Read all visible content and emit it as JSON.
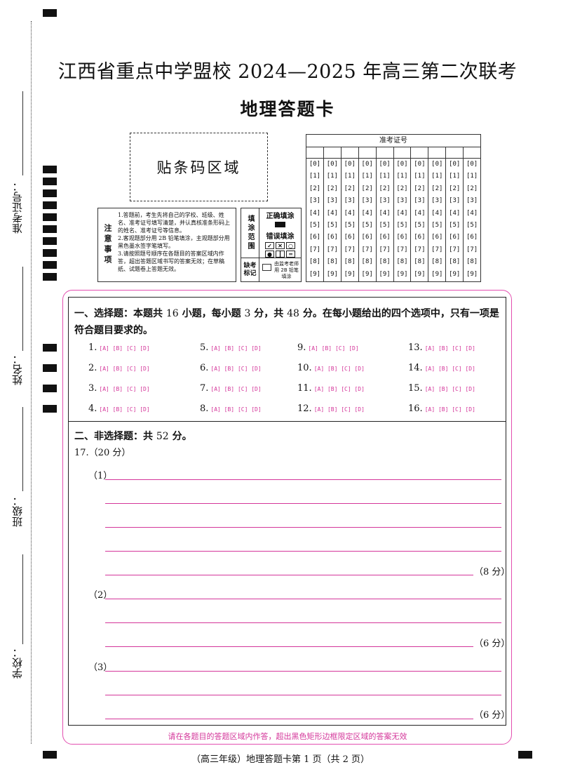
{
  "header": {
    "title": "江西省重点中学盟校 2024—2025 年高三第二次联考",
    "subtitle": "地理答题卡"
  },
  "side": {
    "exam_no": "准考证号：",
    "name": "姓名：",
    "class": "班级：",
    "school": "学校："
  },
  "barcode": {
    "label": "贴条码区域"
  },
  "notice": {
    "title": "注意事项",
    "items": [
      "1.答题前，考生先将自己的学校、班级、姓名、准考证号填写清楚，并认真核准条形码上的姓名、准考证号等信息。",
      "2.客观题部分用 2B 铅笔填涂，主观题部分用黑色墨水签字笔填写。",
      "3.请按照题号顺序在各题目的答案区域内作答，超出答题区域书写的答案无效；在草稿纸、试题卷上答题无效。"
    ]
  },
  "fill": {
    "label": "填涂范围",
    "correct": "正确填涂",
    "wrong": "错误填涂",
    "absent_label": "缺考标记",
    "absent_note": "由监考老师用 2B 铅笔填涂"
  },
  "exam_id": {
    "title": "准考证号",
    "digits": [
      "[0]",
      "[1]",
      "[2]",
      "[3]",
      "[4]",
      "[5]",
      "[6]",
      "[7]",
      "[8]",
      "[9]"
    ]
  },
  "section1": {
    "heading_a": "一、选择题：本题共 ",
    "n1": "16",
    "heading_b": " 小题，每小题 ",
    "n2": "3",
    "heading_c": " 分，共 ",
    "n3": "48",
    "heading_d": " 分。在每小题给出的四个选项中，只有一项是符合题目要求的。",
    "options": "[A] [B] [C] [D]",
    "questions": [
      "1.",
      "2.",
      "3.",
      "4.",
      "5.",
      "6.",
      "7.",
      "8.",
      "9.",
      "10.",
      "11.",
      "12.",
      "13.",
      "14.",
      "15.",
      "16."
    ]
  },
  "section2": {
    "heading_a": "二、非选择题：共 ",
    "n": "52",
    "heading_b": " 分。",
    "q17": "17.（20 分）",
    "sub1": "（1）",
    "sub2": "（2）",
    "sub3": "（3）",
    "pts1": "（8 分）",
    "pts2": "（6 分）",
    "pts3": "（6 分）"
  },
  "footer": {
    "note": "请在各题目的答题区域内作答，超出黑色矩形边框限定区域的答案无效",
    "page": "（高三年级）地理答题卡第 1 页（共 2 页）"
  },
  "colors": {
    "accent": "#d4369a",
    "border": "#e34fb0",
    "ink": "#111111"
  }
}
